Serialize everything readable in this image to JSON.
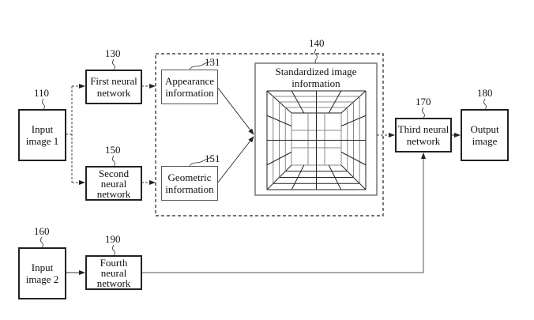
{
  "diagram": {
    "nodes": [
      {
        "id": "input1",
        "ref": "110",
        "label": "Input\nimage 1"
      },
      {
        "id": "nn1",
        "ref": "130",
        "label": "First neural\nnetwork"
      },
      {
        "id": "nn2",
        "ref": "150",
        "label": "Second\nneural\nnetwork"
      },
      {
        "id": "appearance",
        "ref": "131",
        "label": "Appearance\ninformation"
      },
      {
        "id": "geometric",
        "ref": "151",
        "label": "Geometric\ninformation"
      },
      {
        "id": "standardized",
        "ref": "140",
        "label": "Standardized image\ninformation"
      },
      {
        "id": "nn3",
        "ref": "170",
        "label": "Third neural\nnetwork"
      },
      {
        "id": "output",
        "ref": "180",
        "label": "Output\nimage"
      },
      {
        "id": "input2",
        "ref": "160",
        "label": "Input\nimage 2"
      },
      {
        "id": "nn4",
        "ref": "190",
        "label": "Fourth\nneural\nnetwork"
      }
    ],
    "edges": [
      {
        "from": "input1",
        "to": "nn1",
        "style": "dashed"
      },
      {
        "from": "input1",
        "to": "nn2",
        "style": "dashed"
      },
      {
        "from": "nn1",
        "to": "appearance",
        "style": "dashed"
      },
      {
        "from": "nn2",
        "to": "geometric",
        "style": "dashed"
      },
      {
        "from": "appearance",
        "to": "standardized",
        "style": "solid"
      },
      {
        "from": "geometric",
        "to": "standardized",
        "style": "solid"
      },
      {
        "from": "standardized",
        "to": "nn3",
        "style": "dashed"
      },
      {
        "from": "nn3",
        "to": "output",
        "style": "solid"
      },
      {
        "from": "input2",
        "to": "nn4",
        "style": "solid"
      },
      {
        "from": "nn4",
        "to": "nn3",
        "style": "solid"
      }
    ],
    "group": {
      "contains": [
        "appearance",
        "geometric",
        "standardized"
      ],
      "style": "dashed"
    },
    "colors": {
      "line": "#222222",
      "thin_border": "#555555",
      "grid_dark": "#222222",
      "grid_light": "#888888"
    }
  }
}
